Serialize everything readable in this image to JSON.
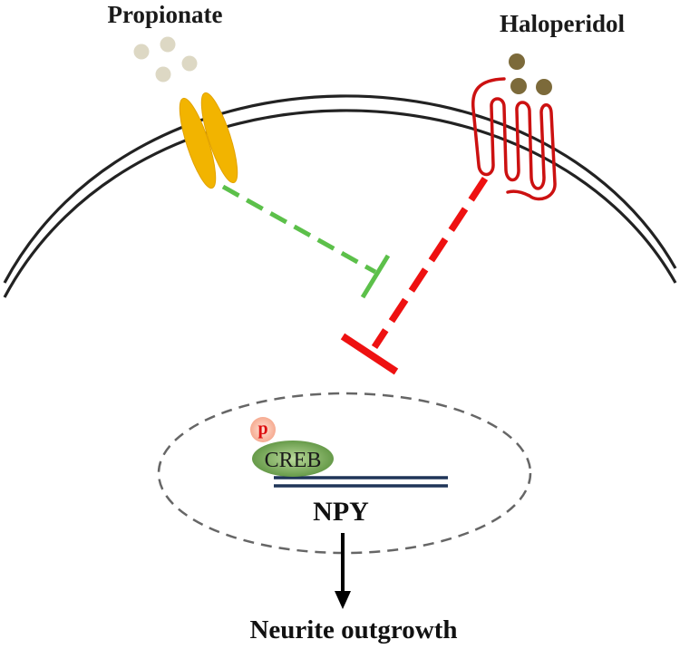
{
  "labels": {
    "propionate": "Propionate",
    "haloperidol": "Haloperidol",
    "phospho": "p",
    "creb": "CREB",
    "npy": "NPY",
    "outcome": "Neurite outgrowth"
  },
  "colors": {
    "membrane": "#222222",
    "propionate_particles": "#ddd8c4",
    "haloperidol_particles": "#7c6a3a",
    "propionate_receptor": "#f2b400",
    "haloperidol_receptor": "#cc1111",
    "propionate_inhibition": "#5cc04a",
    "haloperidol_inhibition": "#ee1111",
    "creb_fill": "#5e9441",
    "phospho_fill": "#f5a58a",
    "phospho_text": "#dd1010",
    "dna": "#1f3558",
    "nucleus_border": "#666666",
    "arrow": "#000000"
  },
  "icons": {
    "propionate_receptor": "twin-oval-receptor-icon",
    "haloperidol_receptor": "seven-transmembrane-receptor-icon",
    "nucleus": "dashed-ellipse-nucleus",
    "dna": "double-strand-dna-icon"
  }
}
